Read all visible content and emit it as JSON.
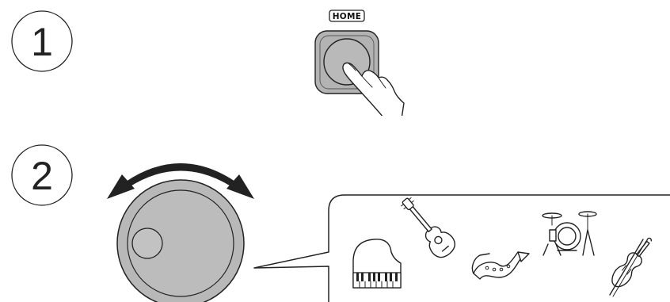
{
  "steps": [
    {
      "number": "1"
    },
    {
      "number": "2"
    }
  ],
  "home_button": {
    "label": "HOME"
  },
  "colors": {
    "button_gray": "#b3b3b3",
    "dial_gray": "#b8b8b8",
    "line": "#222222",
    "background": "#ffffff"
  },
  "icons": [
    "finger-press-icon",
    "rotate-arrows-icon",
    "piano-icon",
    "guitar-icon",
    "saxophone-icon",
    "drum-kit-icon",
    "violin-icon"
  ]
}
